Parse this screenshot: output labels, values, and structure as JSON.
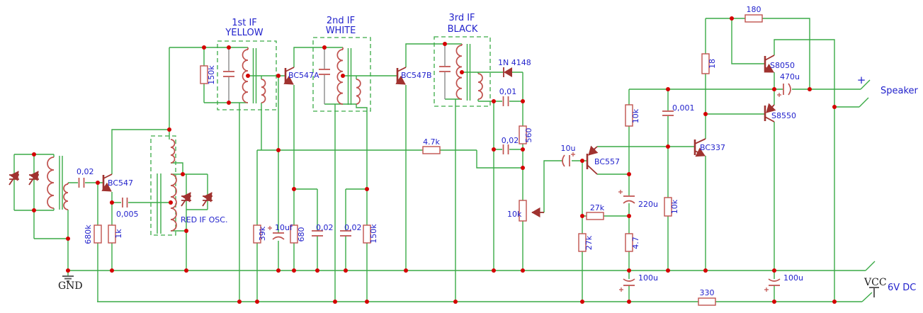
{
  "stages": {
    "if1": {
      "line1": "1st IF",
      "line2": "YELLOW"
    },
    "if2": {
      "line1": "2nd IF",
      "line2": "WHITE"
    },
    "if3": {
      "line1": "3rd IF",
      "line2": "BLACK"
    },
    "oscillator": {
      "label": "RED IF OSC."
    }
  },
  "semiconductors": {
    "q1": "BC547",
    "q2": "BC547A",
    "q3": "BC547B",
    "q4": "BC557",
    "q5": "BC337",
    "q6": "S8050",
    "q7": "S8550",
    "d1": "1N 4148"
  },
  "resistors": {
    "r680k": "680k",
    "r1k": "1k",
    "r150k_if1": "150k",
    "r39k": "39k",
    "r680": "680",
    "r150k_if2": "150k",
    "r4k7": "4.7k",
    "r560": "560",
    "r10k_vol": "10k",
    "r27k_fb": "27k",
    "r27k_bias": "27k",
    "r4_7": "4.7",
    "r10k_load": "10k",
    "r10k_drv": "10k",
    "r18": "18",
    "r180": "180",
    "r330": "330"
  },
  "capacitors": {
    "c002_ant": "0,02",
    "c0005": "0,005",
    "c10uf": "10uf",
    "c002_e1": "0,02",
    "c002_e2": "0,02",
    "c001": "0,01",
    "c002_det": "0,02",
    "c10u": "10u",
    "c220u": "220u",
    "c0001": "0,001",
    "c470u": "470u",
    "c100u_1": "100u",
    "c100u_2": "100u"
  },
  "power": {
    "gnd": "GND",
    "vcc": "VCC",
    "supply": "6V DC"
  },
  "speaker": {
    "label": "Speaker",
    "plus": "+"
  },
  "colors": {
    "wire": "#3aaa46",
    "component": "#c0524e",
    "semiconductor": "#a0322f",
    "junction_dot": "#d40000",
    "label_blue": "#2222cc",
    "text_black": "#1a1a1a",
    "background": "#ffffff"
  }
}
